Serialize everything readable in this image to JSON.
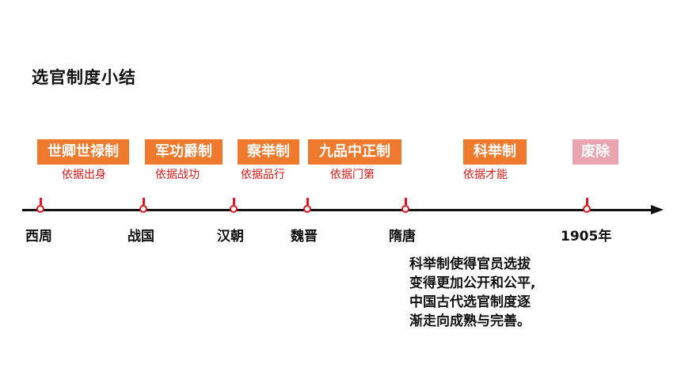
{
  "title": "选官制度小结",
  "colors": {
    "orange": "#ef7a2e",
    "pink": "#e9a4b0",
    "red_text": "#d41a1a",
    "axis": "#111111",
    "marker": "#e0141e"
  },
  "systems": [
    {
      "name": "世卿世禄制",
      "basis": "依据出身"
    },
    {
      "name": "军功爵制",
      "basis": "依据战功"
    },
    {
      "name": "察举制",
      "basis": "依据品行"
    },
    {
      "name": "九品中正制",
      "basis": "依据门第"
    },
    {
      "name": "科举制",
      "basis": "依据才能"
    },
    {
      "name": "废除"
    }
  ],
  "eras": [
    "西周",
    "战国",
    "汉朝",
    "魏晋",
    "隋唐",
    "1905年"
  ],
  "summary": {
    "lines": [
      "科举制使得官员选拔",
      "变得更加公开和公平,",
      "中国古代选官制度逐",
      "渐走向成熟与完善。"
    ]
  }
}
